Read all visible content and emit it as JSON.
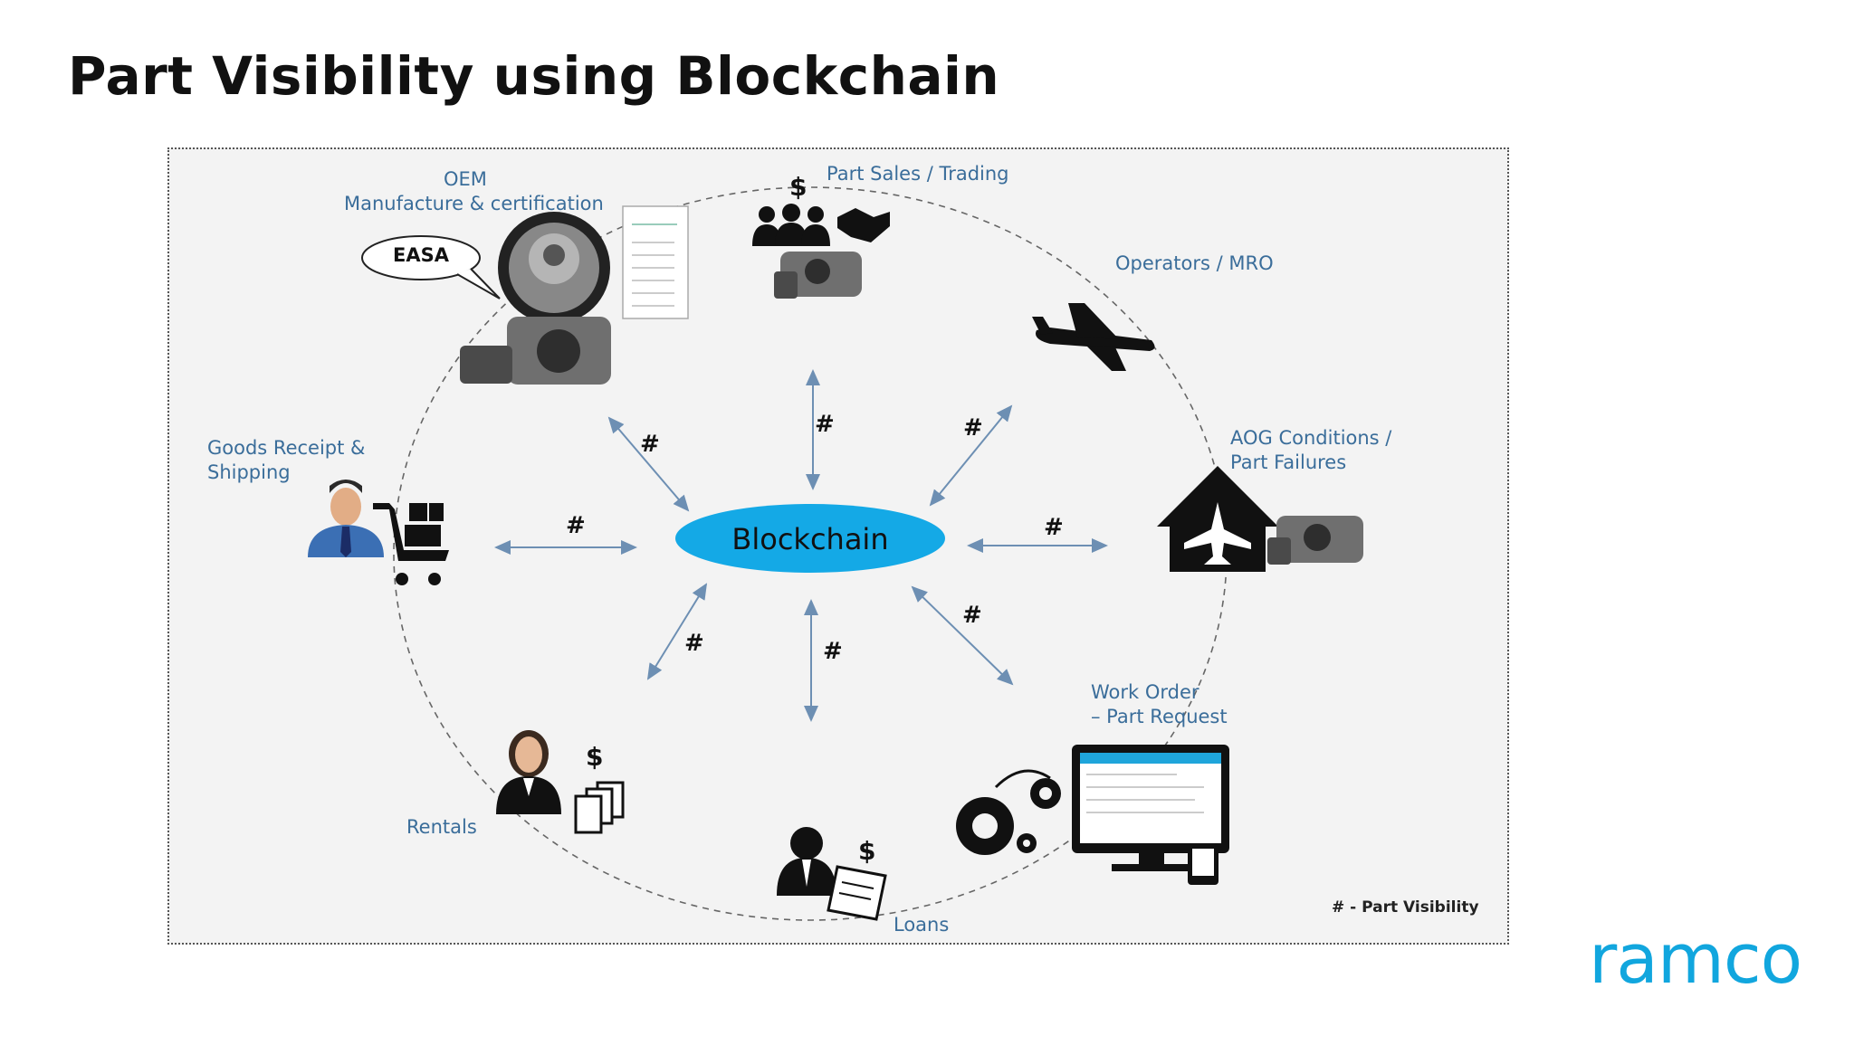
{
  "title": "Part Visibility using Blockchain",
  "hub": "Blockchain",
  "nodes": {
    "oem": {
      "line1": "OEM",
      "line2": "Manufacture & certification",
      "bubble": "EASA"
    },
    "sales": {
      "label": "Part Sales  /  Trading",
      "currency": "$"
    },
    "operators": {
      "label": "Operators / MRO"
    },
    "aog": {
      "line1": "AOG Conditions /",
      "line2": "Part Failures"
    },
    "work_order": {
      "line1": "Work Order",
      "line2": "– Part Request"
    },
    "loans": {
      "label": "Loans",
      "currency": "$"
    },
    "rentals": {
      "label": "Rentals",
      "currency": "$"
    },
    "goods": {
      "line1": "Goods Receipt &",
      "line2": "Shipping"
    }
  },
  "hash_symbol": "#",
  "legend": "# - Part Visibility",
  "logo": "ramco",
  "colors": {
    "hub_fill": "#14a9e6",
    "arrow": "#6d8fb3",
    "label": "#3a6d9a",
    "logo": "#11a6de"
  }
}
